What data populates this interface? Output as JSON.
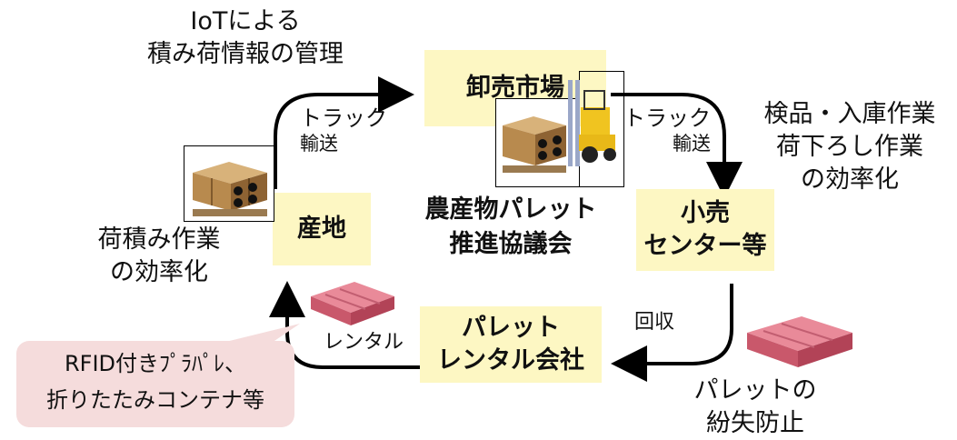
{
  "nodes": {
    "wholesale": "卸売市場",
    "origin": "産地",
    "retail_line1": "小売",
    "retail_line2": "センター等",
    "rental_line1": "パレット",
    "rental_line2": "レンタル会社"
  },
  "center": {
    "line1": "農産物パレット",
    "line2": "推進協議会"
  },
  "labels": {
    "iot_line1": "IoTによる",
    "iot_line2": "積み荷情報の管理",
    "truck1_line1": "トラック",
    "truck1_line2": "輸送",
    "truck2_line1": "トラック",
    "truck2_line2": "輸送",
    "inspect_line1": "検品・入庫作業",
    "inspect_line2": "荷下ろし作業",
    "inspect_line3": "の効率化",
    "loading_line1": "荷積み作業",
    "loading_line2": "の効率化",
    "collect": "回収",
    "rental": "レンタル",
    "loss_line1": "パレットの",
    "loss_line2": "紛失防止"
  },
  "callout": {
    "line1": "RFID付きﾌﾟﾗﾊﾟﾚ、",
    "line2": "折りたたみコンテナ等"
  },
  "colors": {
    "node_fill": "#fdf7c3",
    "callout_fill": "#f5dcdc",
    "arrow": "#000000",
    "pallet_pink": "#e06a7c"
  },
  "icons": [
    "box-pallet-icon",
    "forklift-icon",
    "pink-pallet-icon"
  ]
}
